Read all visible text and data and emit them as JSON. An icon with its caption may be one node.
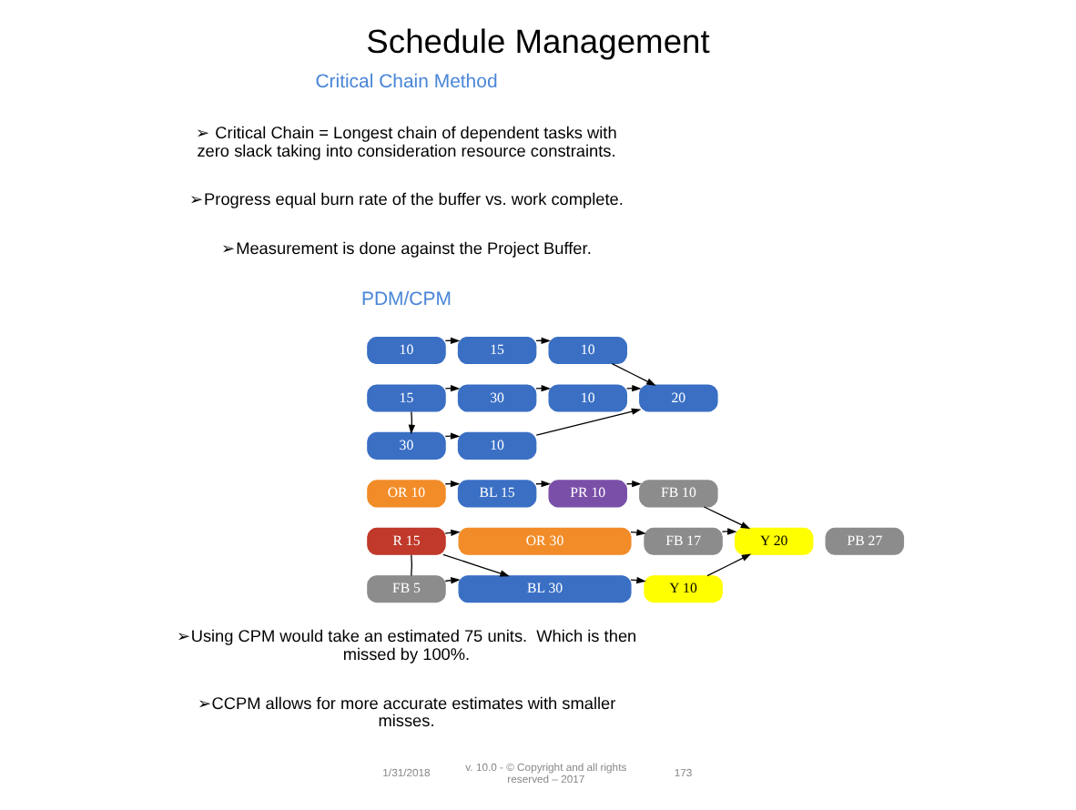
{
  "diagram": {
    "title": "Schedule Management",
    "nodes": [
      {
        "text": [
          "10"
        ]
      },
      {
        "text": [
          "15"
        ]
      },
      {
        "text": [
          "10"
        ]
      },
      {
        "text": [
          "15"
        ]
      },
      {
        "text": [
          "30"
        ]
      },
      {
        "text": [
          "10"
        ]
      },
      {
        "text": [
          "20"
        ]
      },
      {
        "text": [
          "30"
        ]
      },
      {
        "text": [
          "10"
        ]
      },
      {
        "text": [
          "OR 10"
        ]
      },
      {
        "text": [
          "BL 15"
        ]
      },
      {
        "text": [
          "PR 10"
        ]
      },
      {
        "text": [
          "FB 10"
        ]
      },
      {
        "text": [
          "R 15"
        ]
      },
      {
        "text": [
          "OR 30"
        ]
      },
      {
        "text": [
          "FB 17"
        ]
      },
      {
        "text": [
          "Y 20"
        ]
      },
      {
        "text": [
          "PB 27"
        ]
      },
      {
        "text": [
          "FB 5"
        ]
      },
      {
        "text": [
          "BL 30"
        ]
      },
      {
        "text": [
          "Y 10"
        ]
      }
    ],
    "edges": [
      {
        "from": 0,
        "to": 1,
        "arrow": "to"
      },
      {
        "from": 1,
        "to": 2,
        "arrow": "to"
      },
      {
        "from": 2,
        "to": 6,
        "arrow": "to"
      },
      {
        "from": 3,
        "to": 4,
        "arrow": "to"
      },
      {
        "from": 4,
        "to": 5,
        "arrow": "to"
      },
      {
        "from": 5,
        "to": 6,
        "arrow": "to"
      },
      {
        "from": 3,
        "to": 7,
        "arrow": "to"
      },
      {
        "from": 7,
        "to": 8,
        "arrow": "to"
      },
      {
        "from": 8,
        "to": 6,
        "arrow": "to"
      },
      {
        "from": 9,
        "to": 10,
        "arrow": "to"
      },
      {
        "from": 10,
        "to": 11,
        "arrow": "to"
      },
      {
        "from": 11,
        "to": 12,
        "arrow": "to"
      },
      {
        "from": 12,
        "to": 16,
        "arrow": "to"
      },
      {
        "from": 13,
        "to": 14,
        "arrow": "to"
      },
      {
        "from": 14,
        "to": 15,
        "arrow": "to"
      },
      {
        "from": 15,
        "to": 16,
        "arrow": "to"
      },
      {
        "from": 13,
        "to": 18,
        "arrow": "none"
      },
      {
        "from": 18,
        "to": 19,
        "arrow": "to"
      },
      {
        "from": 13,
        "to": 19,
        "arrow": "to"
      },
      {
        "from": 19,
        "to": 20,
        "arrow": "to"
      },
      {
        "from": 20,
        "to": 16,
        "arrow": "to"
      }
    ],
    "labels": [
      "Critical Chain Method",
      "➢ Critical Chain = Longest chain of dependent tasks with zero slack taking into consideration resource constraints.",
      "➢Progress equal burn rate of the buffer vs. work complete.",
      "➢Measurement is done against the Project Buffer.",
      "PDM/CPM",
      "➢Using CPM would take an estimated 75 units.  Which is then missed by 100%.",
      "➢CCPM allows for more accurate estimates with smaller misses.",
      "1/31/2018",
      "v. 10.0 - © Copyright and all rights reserved – 2017",
      "173"
    ]
  }
}
